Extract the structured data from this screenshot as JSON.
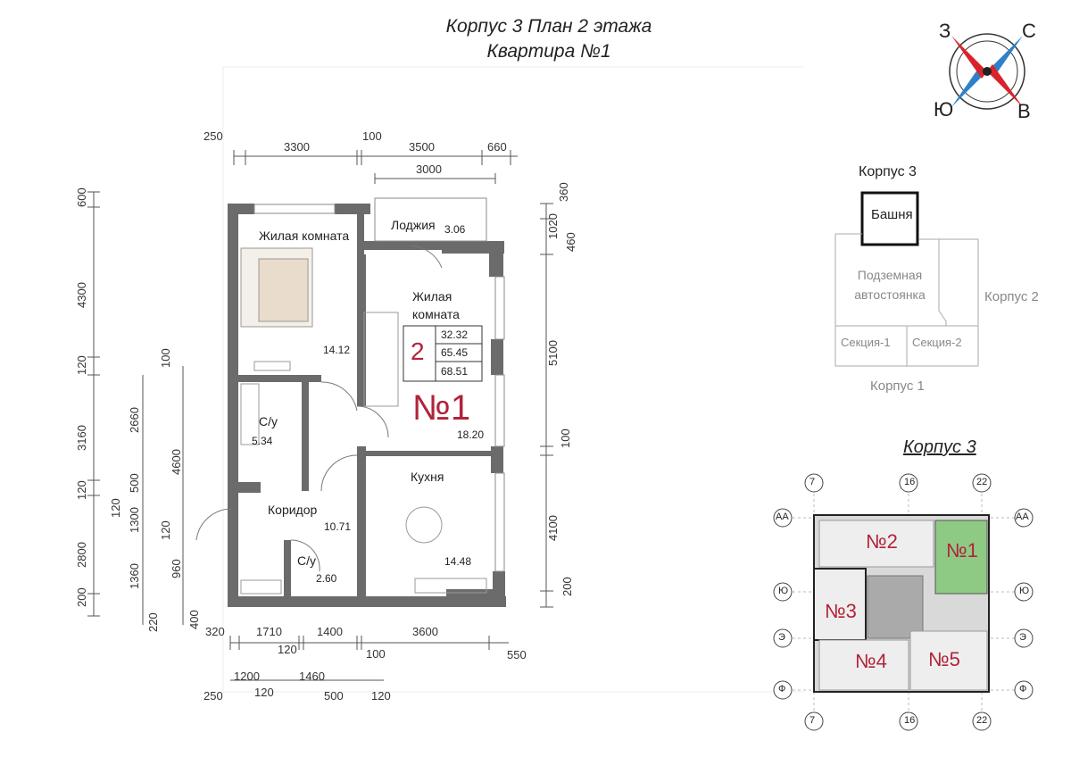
{
  "header": {
    "line1": "Корпус 3  План 2 этажа",
    "line2": "Квартира №1"
  },
  "compass": {
    "north": "С",
    "south": "Ю",
    "east": "В",
    "west": "З"
  },
  "plan": {
    "rooms": [
      {
        "key": "living1",
        "name": "Жилая комната",
        "area": "14.12"
      },
      {
        "key": "loggia",
        "name": "Лоджия",
        "area": "3.06"
      },
      {
        "key": "living2",
        "name": "Жилая\nкомната",
        "area": "18.20"
      },
      {
        "key": "bath1",
        "name": "С/у",
        "area": "5.34"
      },
      {
        "key": "corridor",
        "name": "Коридор",
        "area": "10.71"
      },
      {
        "key": "bath2",
        "name": "С/у",
        "area": "2.60"
      },
      {
        "key": "kitchen",
        "name": "Кухня",
        "area": "14.48"
      }
    ],
    "apartment": {
      "rooms": "2",
      "living": "32.32",
      "total": "65.45",
      "total_loggia": "68.51",
      "number": "№1"
    },
    "dims_top": [
      "250",
      "3300",
      "100",
      "3500",
      "660"
    ],
    "dims_top2": "3000",
    "dims_right_top": [
      "360",
      "1020",
      "460"
    ],
    "dims_right": [
      "5100",
      "100",
      "4100",
      "200"
    ],
    "dims_left1": [
      "600",
      "4300",
      "120",
      "3160",
      "120",
      "2800",
      "200"
    ],
    "dims_left2": [
      "2660",
      "500",
      "1300",
      "1360",
      "220"
    ],
    "dims_left3": [
      "100",
      "4600",
      "120",
      "120",
      "960",
      "400"
    ],
    "dims_bottom1": [
      "320",
      "1710",
      "120",
      "1400",
      "100",
      "3600",
      "550"
    ],
    "dims_bottom2": [
      "1200",
      "1460"
    ],
    "dims_bottom3": [
      "250",
      "120",
      "500",
      "120"
    ]
  },
  "site": {
    "building": "Корпус 3",
    "tower": "Башня",
    "parking": "Подземная\nавтостоянка",
    "building2": "Корпус 2",
    "section1": "Секция-1",
    "section2": "Секция-2",
    "building1": "Корпус 1"
  },
  "floor": {
    "title": "Корпус 3",
    "axes_top": [
      "7",
      "16",
      "22"
    ],
    "axes_bottom": [
      "7",
      "16",
      "22"
    ],
    "axes_left": [
      "АА",
      "Ю",
      "Э",
      "Ф"
    ],
    "axes_right": [
      "АА",
      "Ю",
      "Э",
      "Ф"
    ],
    "apts": [
      "№2",
      "№1",
      "№3",
      "№4",
      "№5"
    ]
  },
  "colors": {
    "highlight": "#8fca85",
    "accent": "#b0243a",
    "wall": "#6b6b6b"
  }
}
